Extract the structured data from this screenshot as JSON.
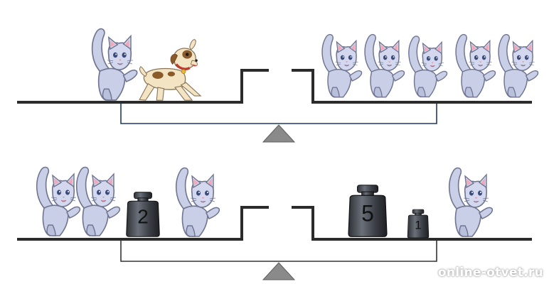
{
  "colors": {
    "beam": "#2b2b2b",
    "linkage_top": "#1f3a66",
    "linkage_bottom": "#333333",
    "fulcrum": "#8a8a8a",
    "cat_body": "#c9cfe6",
    "cat_outline": "#6f7590",
    "dog_body": "#f3e4c4",
    "dog_patch": "#8b5a2b",
    "weight_dark": "#2e3136",
    "weight_light": "#6a7079"
  },
  "icons": {
    "animal_1": "cat-icon",
    "animal_2": "dog-icon",
    "weight": "kettle-weight-icon",
    "pivot": "triangle-fulcrum-icon"
  },
  "scales": [
    {
      "left_pan": [
        {
          "kind": "cat"
        },
        {
          "kind": "dog"
        }
      ],
      "right_pan": [
        {
          "kind": "cat"
        },
        {
          "kind": "cat"
        },
        {
          "kind": "cat"
        },
        {
          "kind": "cat"
        },
        {
          "kind": "cat"
        }
      ]
    },
    {
      "left_pan": [
        {
          "kind": "cat"
        },
        {
          "kind": "cat"
        },
        {
          "kind": "weight",
          "label": "2"
        },
        {
          "kind": "cat"
        }
      ],
      "right_pan": [
        {
          "kind": "weight",
          "label": "5"
        },
        {
          "kind": "weight",
          "label": "1"
        },
        {
          "kind": "cat"
        }
      ]
    }
  ],
  "watermark": "online-otvet.ru"
}
